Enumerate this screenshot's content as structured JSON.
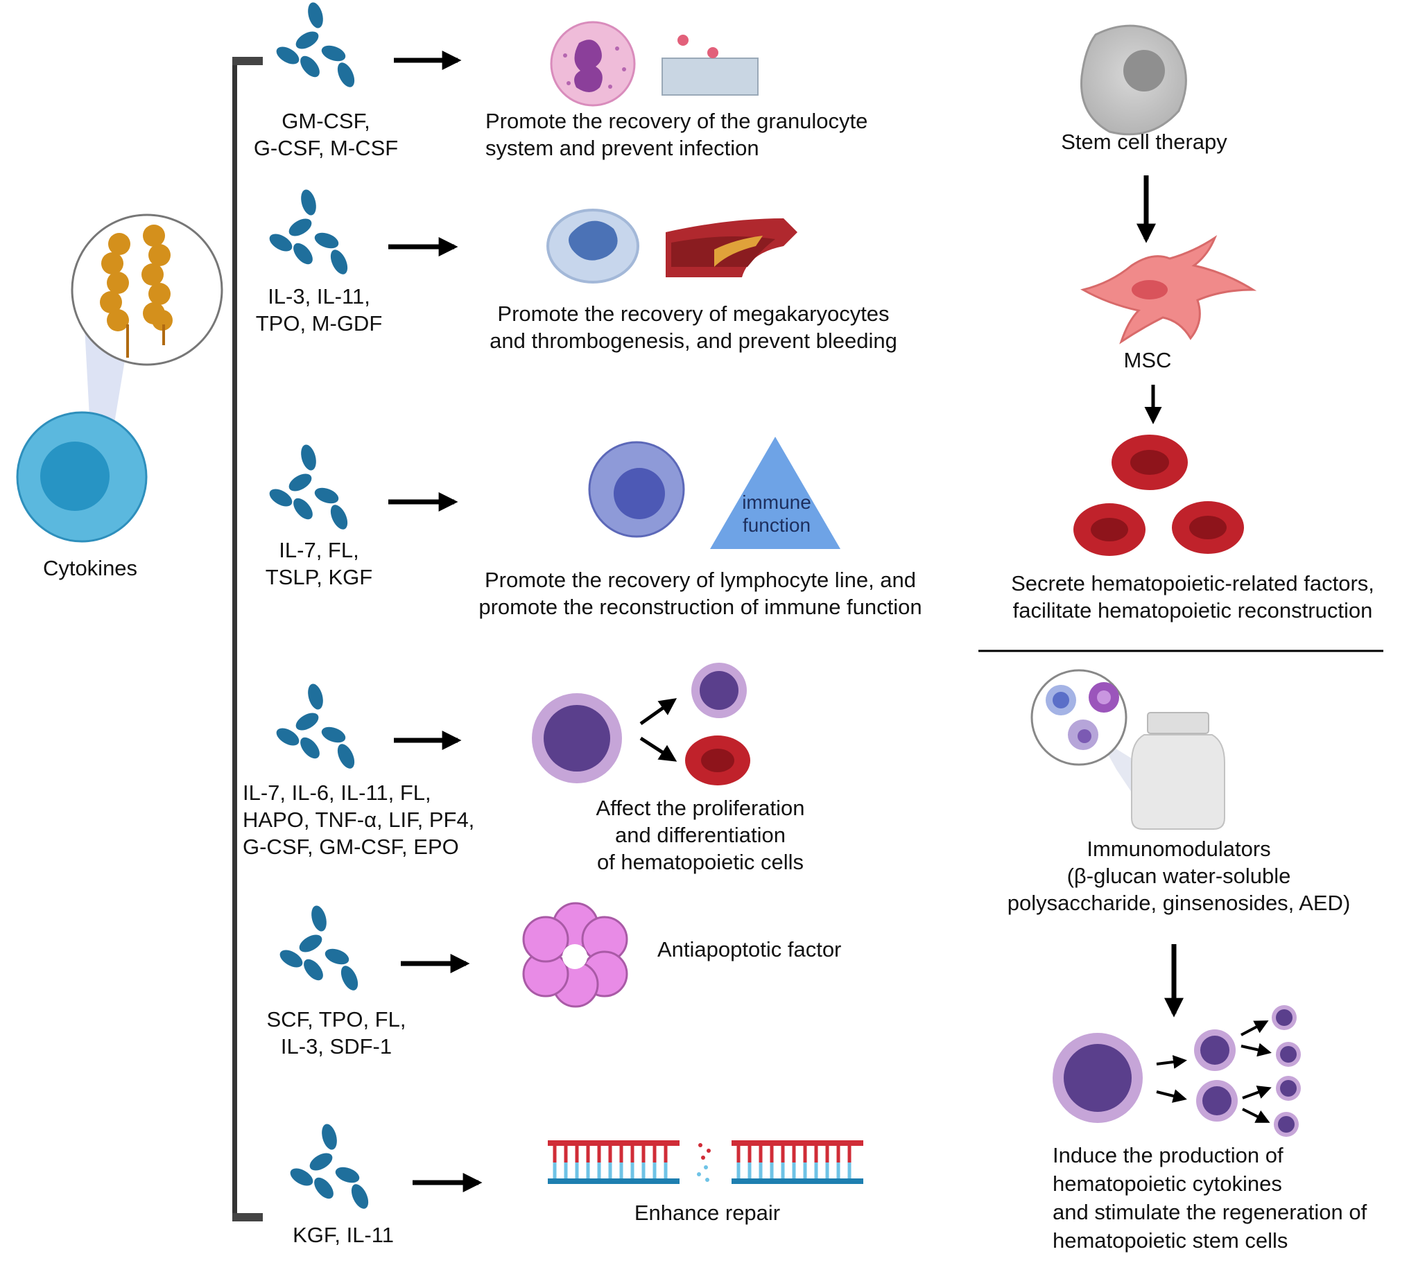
{
  "cytokines_label": "Cytokines",
  "rows": [
    {
      "agents": [
        "GM-CSF,",
        "G-CSF, M-CSF"
      ],
      "effect": [
        "Promote the recovery of the granulocyte",
        "system and prevent infection"
      ]
    },
    {
      "agents": [
        "IL-3, IL-11,",
        "TPO, M-GDF"
      ],
      "effect": [
        "Promote the recovery of megakaryocytes",
        "and thrombogenesis, and prevent bleeding"
      ]
    },
    {
      "agents": [
        "IL-7, FL,",
        "TSLP, KGF"
      ],
      "effect": [
        "Promote the recovery of lymphocyte line, and",
        "promote the reconstruction of immune function"
      ],
      "badge": [
        "immune",
        "function"
      ]
    },
    {
      "agents": [
        "IL-7, IL-6, IL-11, FL,",
        "HAPO, TNF-α, LIF, PF4,",
        "G-CSF, GM-CSF, EPO"
      ],
      "effect": [
        "Affect the proliferation",
        "and differentiation",
        "of hematopoietic cells"
      ]
    },
    {
      "agents": [
        "SCF, TPO, FL,",
        "IL-3, SDF-1"
      ],
      "effect": [
        "Antiapoptotic factor"
      ]
    },
    {
      "agents": [
        "KGF, IL-11"
      ],
      "effect": [
        "Enhance repair"
      ]
    }
  ],
  "stem": {
    "title": "Stem cell therapy",
    "msc": "MSC",
    "result": [
      "Secrete hematopoietic-related factors,",
      "facilitate hematopoietic reconstruction"
    ]
  },
  "immuno": {
    "title": [
      "Immunomodulators",
      "(β-glucan water-soluble",
      "polysaccharide, ginsenosides, AED)"
    ],
    "result": [
      "Induce the production of",
      "hematopoietic cytokines",
      "and stimulate the regeneration of",
      "hematopoietic stem cells"
    ]
  },
  "colors": {
    "cytokine_blue": "#1f6f9c",
    "cell_blue": "#5bb8de",
    "rbc_red": "#c0222b",
    "purple_dark": "#5a3f8c",
    "purple_light": "#c6a5d8",
    "apoptosis_pink": "#e88be6",
    "msc_pink": "#f08a8a",
    "immune_triangle": "#6ea3e6"
  }
}
